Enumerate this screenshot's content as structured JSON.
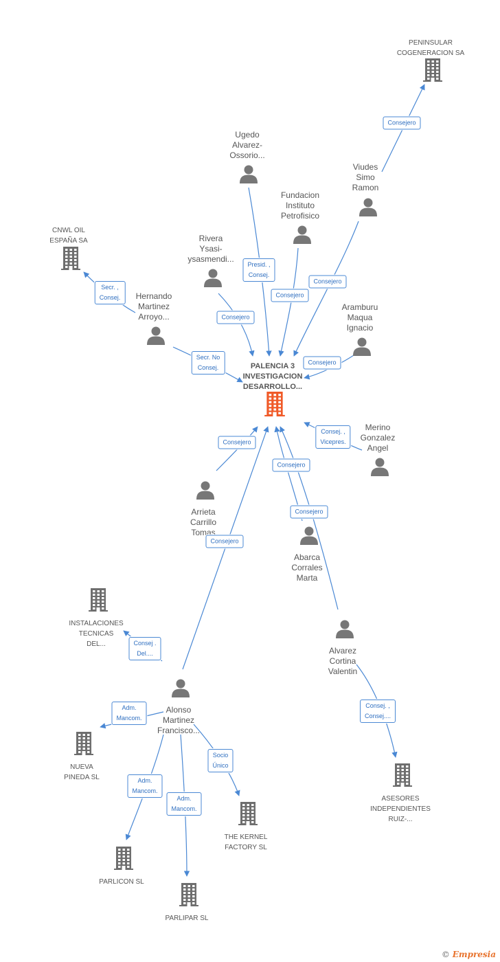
{
  "colors": {
    "edge": "#4a88d4",
    "person": "#777777",
    "company": "#6e6e6e",
    "center": "#f05a28"
  },
  "center": {
    "label": "PALENCIA 3\nINVESTIGACION\nDESARROLLO..."
  },
  "nodes": {
    "peninsular": {
      "type": "company",
      "label": "PENINSULAR\nCOGENERACION SA"
    },
    "cnwl": {
      "type": "company",
      "label": "CNWL OIL\nESPAÑA SA"
    },
    "ugedo": {
      "type": "person",
      "label": "Ugedo\nAlvarez-\nOssorio..."
    },
    "viudes": {
      "type": "person",
      "label": "Viudes\nSimo\nRamon"
    },
    "fundacion": {
      "type": "person",
      "label": "Fundacion\nInstituto\nPetrofisico"
    },
    "rivera": {
      "type": "person",
      "label": "Rivera\nYsasi-\nysasmendi..."
    },
    "hernando": {
      "type": "person",
      "label": "Hernando\nMartinez\nArroyo..."
    },
    "aramburu": {
      "type": "person",
      "label": "Aramburu\nMaqua\nIgnacio"
    },
    "merino": {
      "type": "person",
      "label": "Merino\nGonzalez\nAngel"
    },
    "arrieta": {
      "type": "person",
      "label": "Arrieta\nCarrillo\nTomas"
    },
    "abarca": {
      "type": "person",
      "label": "Abarca\nCorrales\nMarta"
    },
    "instalaciones": {
      "type": "company",
      "label": "INSTALACIONES\nTECNICAS\nDEL..."
    },
    "alvarez": {
      "type": "person",
      "label": "Alvarez\nCortina\nValentin"
    },
    "alonso": {
      "type": "person",
      "label": "Alonso\nMartinez\nFrancisco..."
    },
    "nueva": {
      "type": "company",
      "label": "NUEVA\nPINEDA SL"
    },
    "kernel": {
      "type": "company",
      "label": "THE KERNEL\nFACTORY SL"
    },
    "asesores": {
      "type": "company",
      "label": "ASESORES\nINDEPENDIENTES\nRUIZ-..."
    },
    "parlicon": {
      "type": "company",
      "label": "PARLICON SL"
    },
    "parlipar": {
      "type": "company",
      "label": "PARLIPAR SL"
    }
  },
  "edges": [
    {
      "from": "viudes",
      "to": "peninsular",
      "label": "Consejero"
    },
    {
      "from": "ugedo",
      "to": "center",
      "label": "Presid. ,\nConsej."
    },
    {
      "from": "fundacion",
      "to": "center",
      "label": "Consejero"
    },
    {
      "from": "viudes",
      "to": "center",
      "label": "Consejero"
    },
    {
      "from": "rivera",
      "to": "center",
      "label": "Consejero"
    },
    {
      "from": "hernando",
      "to": "cnwl",
      "label": "Secr. ,\nConsej."
    },
    {
      "from": "hernando",
      "to": "center",
      "label": "Secr.  No\nConsej."
    },
    {
      "from": "aramburu",
      "to": "center",
      "label": "Consejero"
    },
    {
      "from": "merino",
      "to": "center",
      "label": "Consej. ,\nVicepres."
    },
    {
      "from": "arrieta",
      "to": "center",
      "label": "Consejero"
    },
    {
      "from": "abarca",
      "to": "center",
      "label": "Consejero"
    },
    {
      "from": "alvarez",
      "to": "center",
      "label": "Consejero"
    },
    {
      "from": "alonso",
      "to": "center",
      "label": "Consejero"
    },
    {
      "from": "alonso",
      "to": "instalaciones",
      "label": "Consej .\nDel...."
    },
    {
      "from": "alonso",
      "to": "nueva",
      "label": "Adm.\nMancom."
    },
    {
      "from": "alonso",
      "to": "kernel",
      "label": "Socio\nÚnico"
    },
    {
      "from": "alonso",
      "to": "parlicon",
      "label": "Adm.\nMancom."
    },
    {
      "from": "alonso",
      "to": "parlipar",
      "label": "Adm.\nMancom."
    },
    {
      "from": "alvarez",
      "to": "asesores",
      "label": "Consej. ,\nConsej...."
    }
  ],
  "footer": {
    "copyright": "©",
    "brand": "Empresia"
  }
}
